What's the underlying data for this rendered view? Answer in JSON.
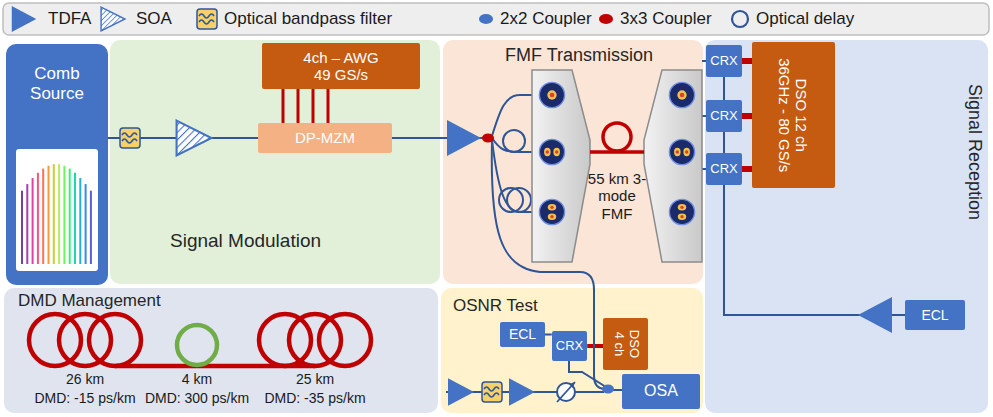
{
  "diagram": {
    "nodes": [
      {
        "text": [
          "Comb Source"
        ]
      },
      {
        "text": [
          "Signal Modulation"
        ]
      },
      {
        "text": [
          "4ch – AWG 49 GS/s"
        ],
        "in": 1
      },
      {
        "text": [
          "DP-MZM"
        ],
        "in": 1
      },
      {
        "text": [
          "FMF Transmission"
        ]
      },
      {
        "text": [
          "Signal Reception"
        ]
      },
      {
        "text": [
          "DSO 12 ch",
          "36GHz - 80 GS/s"
        ],
        "in": 5
      },
      {
        "text": [
          "CRX"
        ],
        "in": 5
      },
      {
        "text": [
          "CRX"
        ],
        "in": 5
      },
      {
        "text": [
          "CRX"
        ],
        "in": 5
      },
      {
        "text": [
          "ECL"
        ],
        "in": 5
      },
      {
        "text": [
          "DMD Management"
        ]
      },
      {
        "text": [
          "OSNR Test"
        ]
      },
      {
        "text": [
          "ECL"
        ],
        "in": 12
      },
      {
        "text": [
          "CRX"
        ],
        "in": 12
      },
      {
        "text": [
          "DSO 4 ch"
        ],
        "in": 12
      },
      {
        "text": [
          "OSA"
        ],
        "in": 12
      }
    ],
    "edges": [
      {
        "from": 0,
        "to": 3,
        "arrow": "none"
      },
      {
        "from": 2,
        "to": 3,
        "arrow": "none"
      },
      {
        "from": 7,
        "to": 6,
        "arrow": "none"
      },
      {
        "from": 8,
        "to": 6,
        "arrow": "none"
      },
      {
        "from": 9,
        "to": 6,
        "arrow": "none"
      },
      {
        "from": 10,
        "to": 9,
        "arrow": "none"
      },
      {
        "from": 13,
        "to": 14,
        "arrow": "none"
      },
      {
        "from": 14,
        "to": 15,
        "arrow": "none"
      }
    ],
    "labels": [
      "55 km 3-mode FMF",
      "26 km",
      "DMD: -15 ps/km",
      "4 km",
      "DMD: 300 ps/km",
      "25 km",
      "DMD: -35 ps/km"
    ],
    "legend": [
      {
        "text": "TDFA"
      },
      {
        "text": "SOA"
      },
      {
        "text": "Optical bandpass filter"
      },
      {
        "text": "2x2 Coupler"
      },
      {
        "text": "3x3 Coupler"
      },
      {
        "text": "Optical delay"
      }
    ]
  }
}
